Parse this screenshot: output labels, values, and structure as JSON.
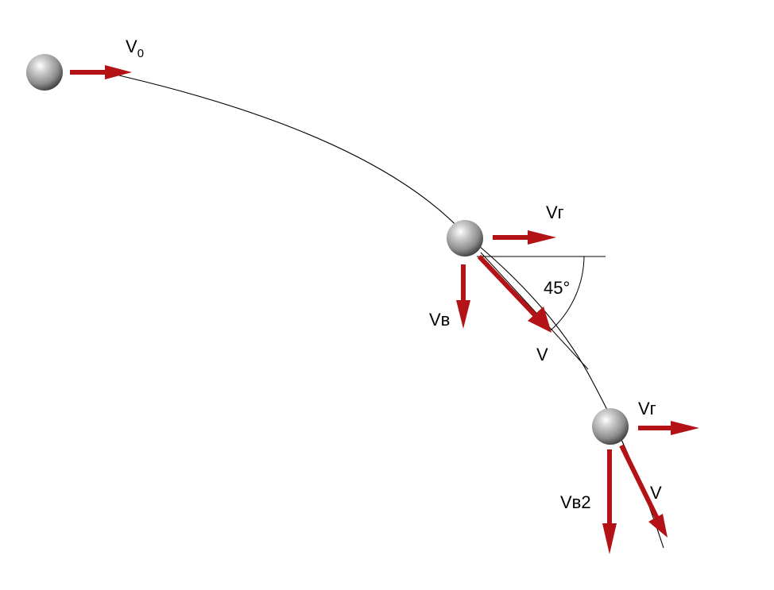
{
  "labels": {
    "v0_main": "V",
    "v0_sub": "0",
    "vg1": "Vг",
    "vv1": "Vв",
    "v1": "V",
    "angle": "45°",
    "vg2": "Vг",
    "vv2": "Vв2",
    "v2": "V"
  },
  "colors": {
    "arrow": "#b31217",
    "arrow_dark": "#7a0a0d",
    "ball_light": "#e6e6e6",
    "ball_mid": "#9a9a9a",
    "ball_dark": "#3c3c3c",
    "trajectory": "#000000"
  }
}
